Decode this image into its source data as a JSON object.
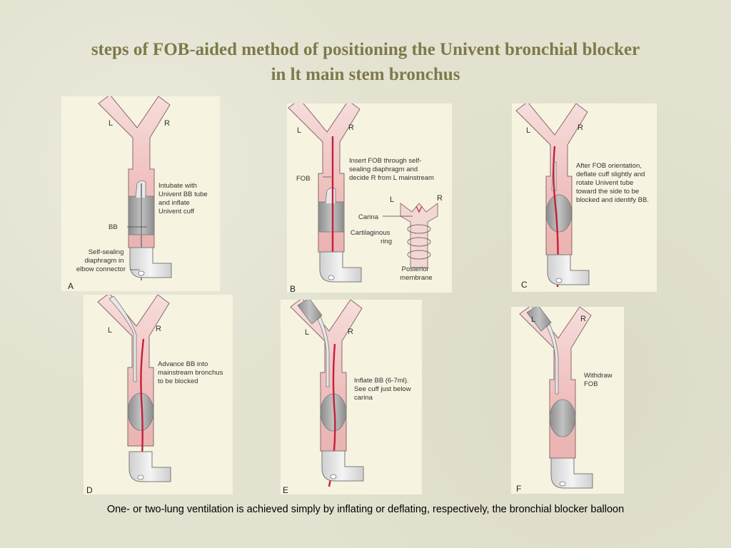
{
  "slide": {
    "title_line1": "steps of  FOB-aided method of positioning the Univent bronchial blocker",
    "title_line2": "in  lt main stem bronchus",
    "caption": "One- or two-lung ventilation is achieved  simply by inflating or deflating, respectively, the bronchial blocker balloon"
  },
  "common": {
    "left_label": "L",
    "right_label": "R"
  },
  "panels": {
    "a": {
      "letter": "A",
      "text_lines": [
        "Intubate with",
        "Univent BB tube",
        "and inflate",
        "Univent cuff"
      ],
      "bb_label": "BB",
      "diaphragm_lines": [
        "Self-sealing",
        "diaphragm in",
        "elbow connector"
      ]
    },
    "b": {
      "letter": "B",
      "text_lines": [
        "Insert FOB through self-",
        "sealing diaphragm and",
        "decide R from L mainstream"
      ],
      "fob_label": "FOB",
      "carina_label": "Carina",
      "cartilage_lines": [
        "Cartilaginous",
        "ring"
      ],
      "posterior_lines": [
        "Posterior",
        "membrane"
      ]
    },
    "c": {
      "letter": "C",
      "text_lines": [
        "After FOB orientation,",
        "deflate cuff slightly and",
        "rotate Univent tube",
        "toward the side to be",
        "blocked and identify BB."
      ]
    },
    "d": {
      "letter": "D",
      "text_lines": [
        "Advance BB into",
        "mainstream bronchus",
        "to be blocked"
      ]
    },
    "e": {
      "letter": "E",
      "text_lines": [
        "Inflate BB (6-7ml).",
        "See cuff just below",
        "carina"
      ]
    },
    "f": {
      "letter": "F",
      "text_lines": [
        "Withdraw",
        "FOB"
      ]
    }
  },
  "colors": {
    "title": "#7d7a4a",
    "panel_bg": "#f6f3e1",
    "airway_fill": "#f2c9c7",
    "airway_stroke": "#8a6a6a",
    "fob_red": "#c4203a",
    "cuff_gray": "#a6a6a6"
  }
}
